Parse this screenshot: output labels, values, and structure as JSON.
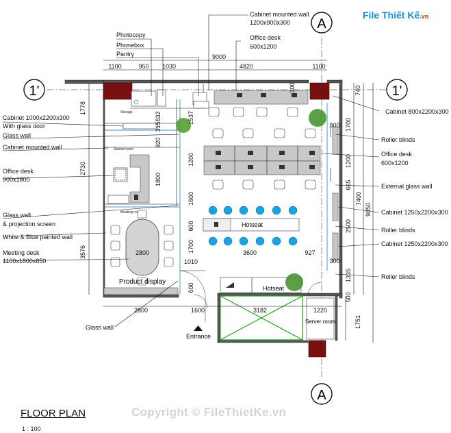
{
  "title": "FLOOR PLAN",
  "scale": "1 : 100",
  "watermark_logo": {
    "main": "File Thiết Kế",
    "domain": ".vn"
  },
  "watermark_copy": "Copyright © FileThietKe.vn",
  "section_markers": {
    "a": "A",
    "one_prime": "1'"
  },
  "room_labels": {
    "storage": "Storage",
    "shared_room": "Shared room",
    "meeting_room": "Meeting room",
    "product_display": "Product display",
    "hotseat": "Hotseat",
    "server_room": "Server room",
    "entrance": "Entrance"
  },
  "callouts": {
    "cabinet_mounted_top": "Cabinet mounted wall",
    "cabinet_mounted_top_size": "1200x900x300",
    "photocopy": "Photocopy",
    "phonebox": "Phonebox",
    "pantry": "Pantry",
    "office_desk_top": "Office desk",
    "office_desk_top_size": "600x1200",
    "cabinet_glass_door": "Cabinet 1000x2200x300",
    "cabinet_glass_door_2": "With glass door",
    "glass_wall_1": "Glass wall",
    "cabinet_mounted_wall": "Cabinet mounted wall",
    "office_desk_left": "Office desk",
    "office_desk_left_size": "900x1800",
    "glass_wall_projection": "Glass wall",
    "glass_wall_projection_2": "& projection screen",
    "painted_wall": "White & Blue painted wall",
    "meeting_desk": "Meeting desk",
    "meeting_desk_size": "1100x1800x850",
    "glass_wall_bottom": "Glass wall",
    "cabinet_800": "Cabinet 800x2200x300",
    "roller_blinds_1": "Roller blinds",
    "office_desk_right": "Office desk",
    "office_desk_right_size": "600x1200",
    "external_glass_wall": "External glass wall",
    "cabinet_1250_a": "Cabinet 1250x2200x300",
    "roller_blinds_2": "Roller blinds",
    "cabinet_1250_b": "Cabinet 1250x2200x300",
    "roller_blinds_3": "Roller blinds"
  },
  "dimensions": {
    "top_total": "9000",
    "top_1100a": "1100",
    "top_950": "950",
    "top_1030": "1030",
    "top_4820": "4820",
    "top_1100b": "1100",
    "left_1778": "1778",
    "left_2730": "2730",
    "left_3576": "3576",
    "inner_632": "632",
    "inner_315": "315",
    "inner_920": "920",
    "inner_1800": "1800",
    "inner_1537": "1537",
    "inner_1200a": "1200",
    "inner_1600": "1600",
    "inner_600a": "600",
    "inner_1700": "1700",
    "inner_2800a": "2800",
    "inner_1010": "1010",
    "inner_3600": "3600",
    "inner_927": "927",
    "inner_300a": "300",
    "inner_600b": "600",
    "bottom_2800": "2800",
    "bottom_1600": "1600",
    "bottom_3182": "3182",
    "bottom_1220": "1220",
    "right_740": "740",
    "right_1700": "1700",
    "right_1200": "1200",
    "right_665": "665",
    "right_7400": "7400",
    "right_9850": "9850",
    "right_2500": "2500",
    "right_300": "300",
    "right_1335": "1335",
    "right_1751": "1751",
    "right_300b": "300",
    "right_500": "500"
  }
}
